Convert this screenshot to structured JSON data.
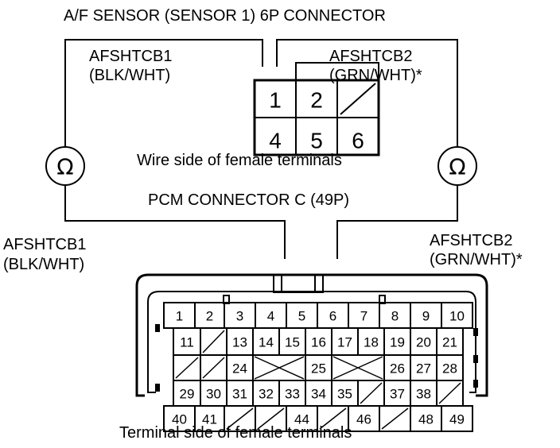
{
  "af_connector": {
    "title": "A/F SENSOR (SENSOR 1) 6P CONNECTOR",
    "left_wire_name": "AFSHTCB1",
    "left_wire_color": "(BLK/WHT)",
    "right_wire_name": "AFSHTCB2",
    "right_wire_color": "(GRN/WHT)*",
    "caption": "Wire side of female terminals",
    "pins": [
      "1",
      "2",
      "",
      "4",
      "5",
      "6"
    ]
  },
  "meters": {
    "left_symbol": "Ω",
    "right_symbol": "Ω"
  },
  "pcm_connector": {
    "title": "PCM CONNECTOR C (49P)",
    "left_wire_name": "AFSHTCB1",
    "left_wire_color": "(BLK/WHT)",
    "right_wire_name": "AFSHTCB2",
    "right_wire_color": "(GRN/WHT)*",
    "caption": "Terminal side of female terminals",
    "row1": [
      "1",
      "2",
      "3",
      "4",
      "5",
      "6",
      "7",
      "8",
      "9",
      "10"
    ],
    "row2": [
      "11",
      "",
      "13",
      "14",
      "15",
      "16",
      "17",
      "18",
      "19",
      "20",
      "21"
    ],
    "row3": [
      "",
      "",
      "24",
      "",
      "25",
      "",
      "26",
      "27",
      "28"
    ],
    "row4": [
      "29",
      "30",
      "31",
      "32",
      "33",
      "34",
      "35",
      "",
      "37",
      "38",
      ""
    ],
    "row5": [
      "40",
      "41",
      "",
      "",
      "44",
      "",
      "46",
      "",
      "48",
      "49"
    ]
  }
}
